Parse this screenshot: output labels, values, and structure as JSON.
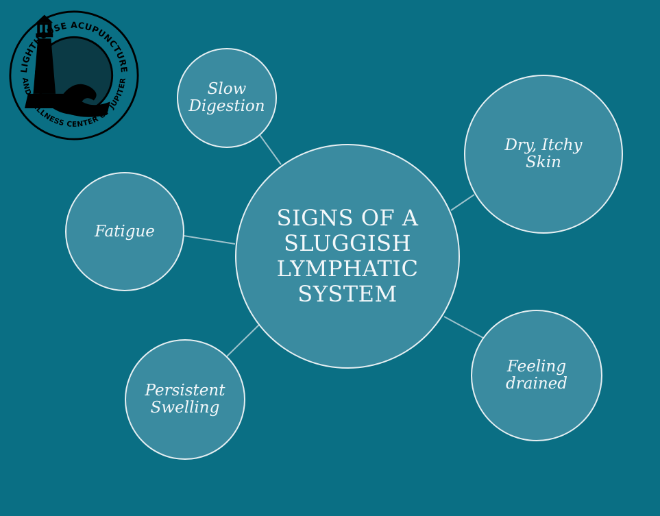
{
  "colors": {
    "background": "#0a6f84",
    "node_fill": "#3a8ba0",
    "node_stroke": "#e6eff2",
    "text": "#f4f8fa",
    "logo_ink": "#000000"
  },
  "logo": {
    "icon": "lighthouse-icon",
    "text_top": "LIGHTHOUSE ACUPUNCTURE",
    "text_bottom": "AND WELLNESS CENTER OF JUPITER"
  },
  "diagram": {
    "center": {
      "label": "SIGNS OF A\nSLUGGISH\nLYMPHATIC\nSYSTEM"
    },
    "satellites": [
      {
        "id": "slow-digestion",
        "label": "Slow\nDigestion"
      },
      {
        "id": "dry-itchy-skin",
        "label": "Dry, Itchy\nSkin"
      },
      {
        "id": "fatigue",
        "label": "Fatigue"
      },
      {
        "id": "persistent-swelling",
        "label": "Persistent\nSwelling"
      },
      {
        "id": "feeling-drained",
        "label": "Feeling\ndrained"
      }
    ]
  }
}
